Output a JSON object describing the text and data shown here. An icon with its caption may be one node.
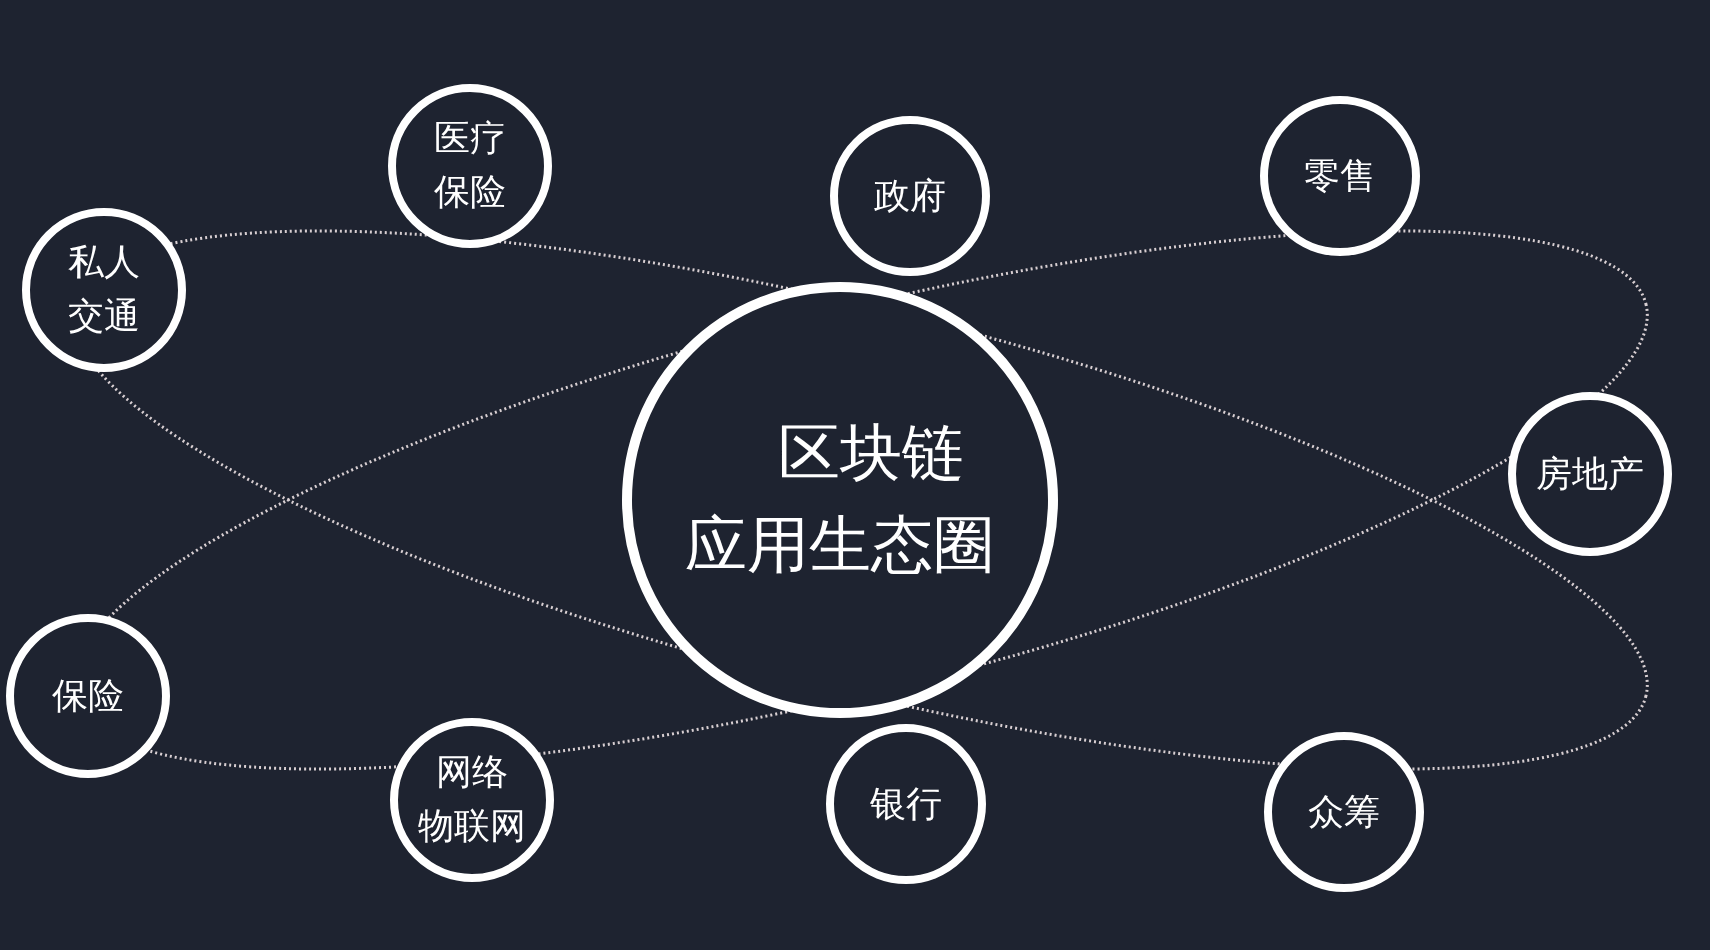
{
  "diagram": {
    "nodes": [
      {
        "text": [
          "私人交通"
        ]
      },
      {
        "text": [
          "医疗保险"
        ]
      },
      {
        "text": [
          "政府"
        ]
      },
      {
        "text": [
          "零售"
        ]
      },
      {
        "text": [
          "区块链应用生态圈"
        ]
      },
      {
        "text": [
          "房地产"
        ]
      },
      {
        "text": [
          "保险"
        ]
      },
      {
        "text": [
          "网络物联网"
        ]
      },
      {
        "text": [
          "银行"
        ]
      },
      {
        "text": [
          "众筹"
        ]
      }
    ]
  }
}
